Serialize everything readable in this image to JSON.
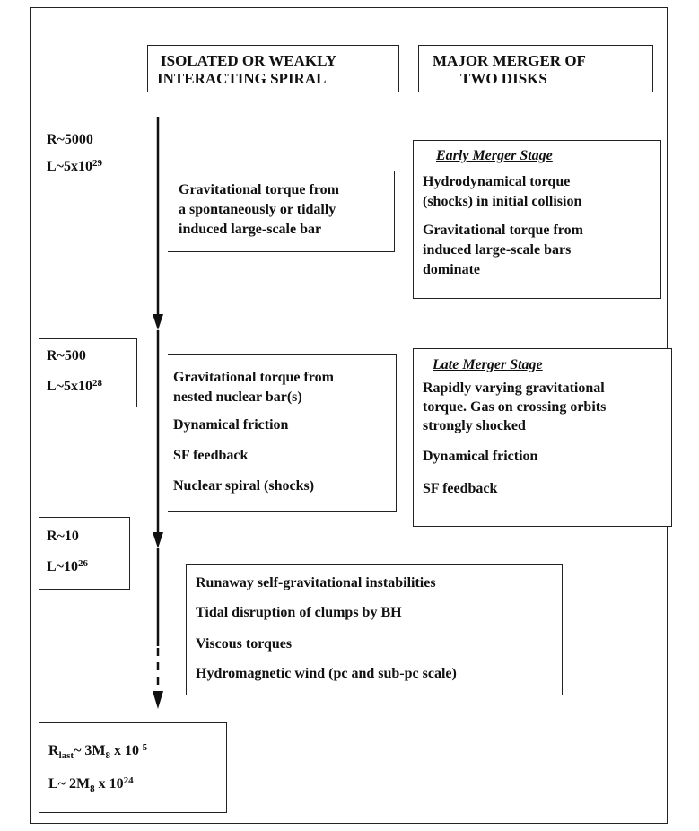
{
  "headers": {
    "left": [
      "ISOLATED OR WEAKLY",
      "INTERACTING SPIRAL"
    ],
    "right": [
      "MAJOR MERGER OF",
      "TWO DISKS"
    ]
  },
  "scales": [
    {
      "r": "R~5000",
      "l_base": "L~5x10",
      "l_exp": "29"
    },
    {
      "r": "R~500",
      "l_base": "L~5x10",
      "l_exp": "28"
    },
    {
      "r": "R~10",
      "l_base": "L~10",
      "l_exp": "26"
    }
  ],
  "final_scale": {
    "r_base": "R",
    "r_sub": "last",
    "r_mid": "~ 3M",
    "r_mid_sub": "8",
    "r_tail": " x 10",
    "r_exp": "-5",
    "l_base": "L~ 2M",
    "l_sub": "8",
    "l_tail": " x 10",
    "l_exp": "24"
  },
  "isolated_boxes": [
    {
      "lines": [
        "Gravitational torque from",
        "a spontaneously or tidally",
        "induced large-scale bar"
      ]
    },
    {
      "lines": [
        "Gravitational torque from",
        "nested nuclear bar(s)",
        "Dynamical friction",
        "SF feedback",
        "Nuclear spiral (shocks)"
      ]
    }
  ],
  "merger_boxes": [
    {
      "title": "Early Merger Stage",
      "lines": [
        "Hydrodynamical torque",
        "(shocks) in  initial collision",
        "Gravitational torque from",
        "induced large-scale bars",
        "dominate"
      ]
    },
    {
      "title": "Late  Merger Stage",
      "lines": [
        "Rapidly varying gravitational",
        "torque. Gas on crossing orbits",
        "strongly shocked",
        "Dynamical friction",
        "SF feedback"
      ]
    }
  ],
  "small_scale_box": {
    "lines": [
      "Runaway self-gravitational instabilities",
      "Tidal disruption of clumps by BH",
      "Viscous torques",
      "Hydromagnetic wind  (pc and sub-pc scale)"
    ]
  }
}
